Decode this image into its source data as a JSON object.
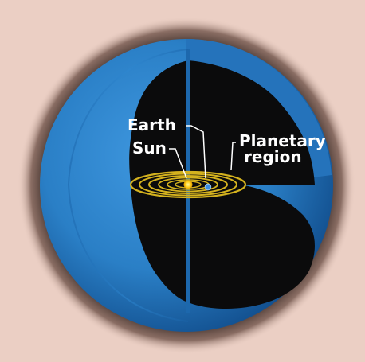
{
  "labels": {
    "earth": "Earth",
    "sun": "Sun",
    "planetary_line1": "Planetary",
    "planetary_line2": "region"
  },
  "colors": {
    "background": "#ebcfc4",
    "shell_blue": "#2a7fc6",
    "shell_blue_dark": "#0f4f90",
    "cavity": "#0b0b0c",
    "orbit": "#d4b21e",
    "sun": "#ffd21a",
    "earth": "#3d8fe0",
    "label_text": "#ffffff"
  }
}
